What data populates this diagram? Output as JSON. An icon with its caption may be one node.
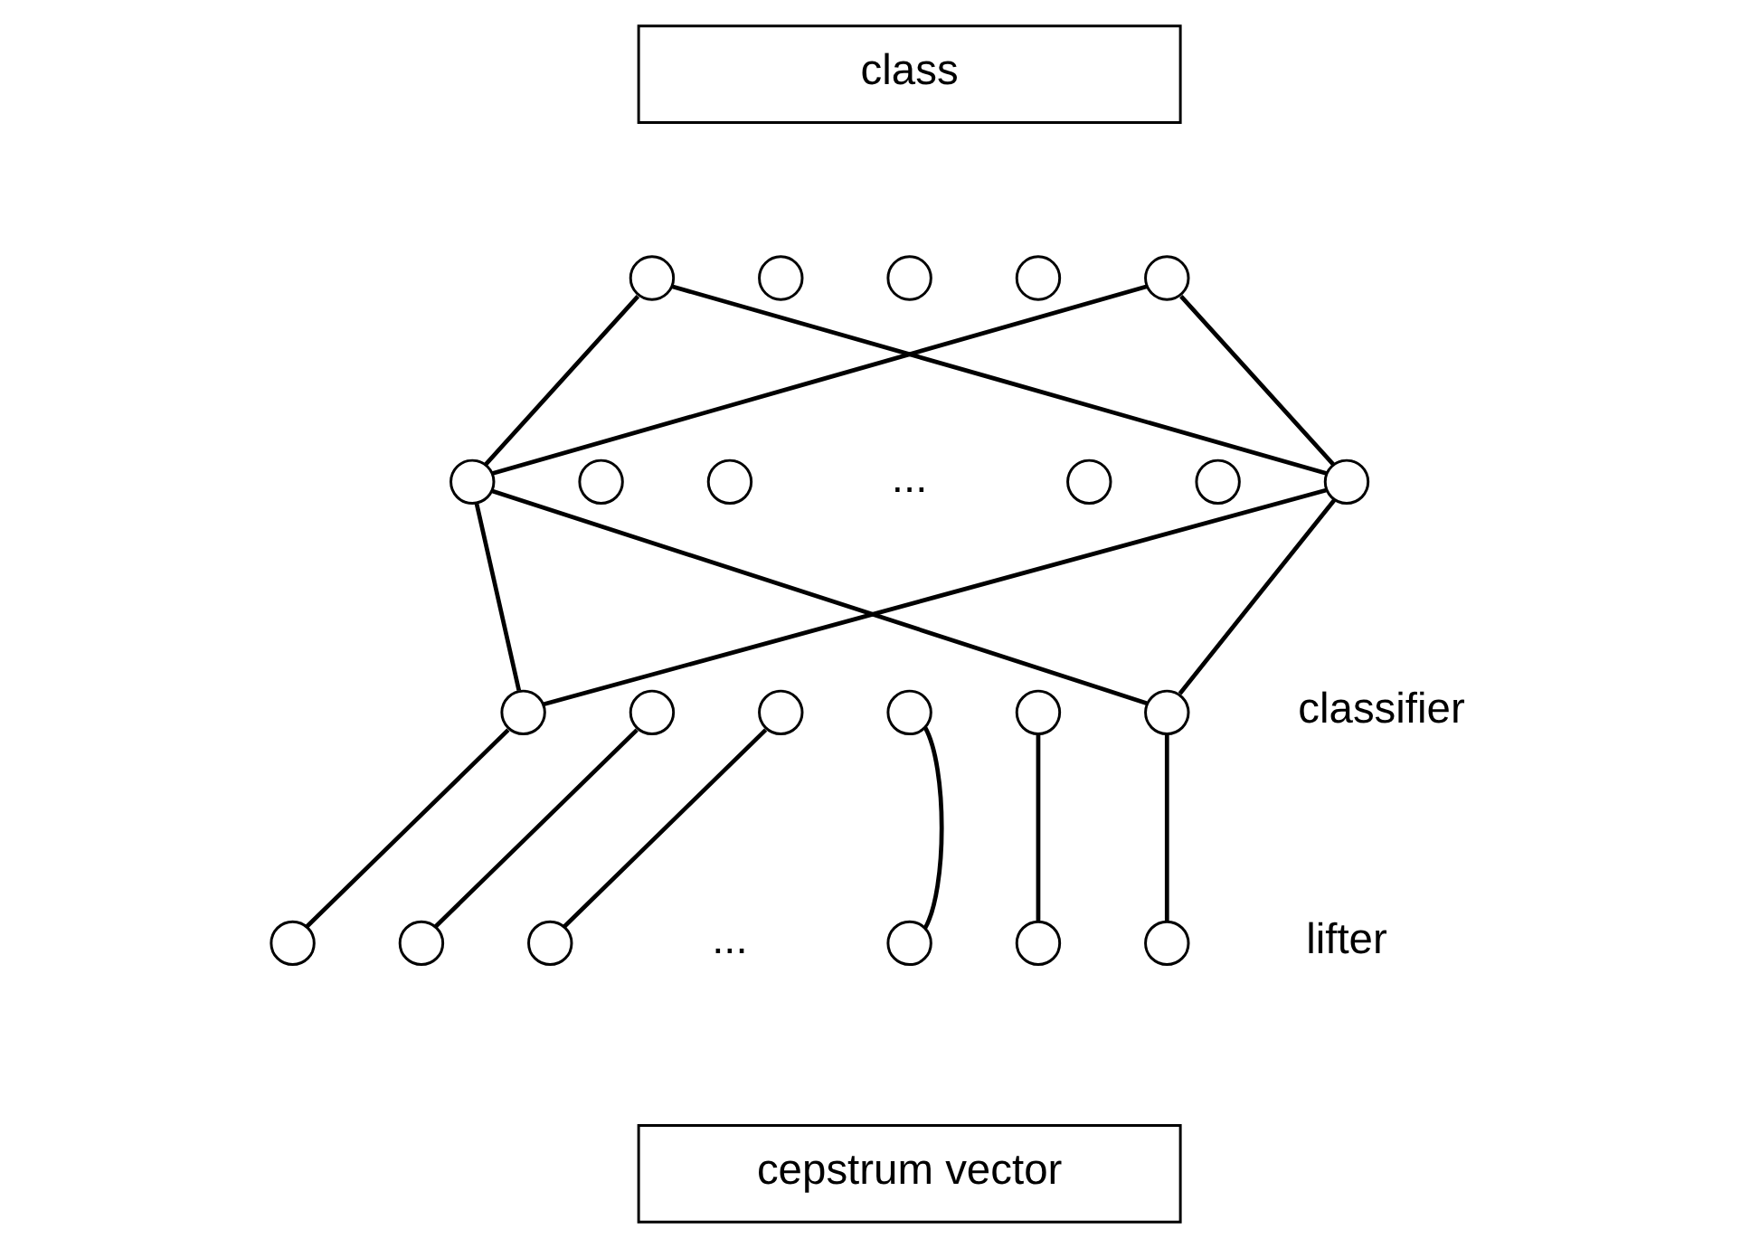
{
  "diagram": {
    "nodes": [
      {
        "text": [
          "class"
        ]
      },
      {
        "text": [],
        "shape": "circle"
      },
      {
        "text": [],
        "shape": "circle"
      },
      {
        "text": [],
        "shape": "circle"
      },
      {
        "text": [],
        "shape": "circle"
      },
      {
        "text": [],
        "shape": "circle"
      },
      {
        "text": [],
        "shape": "circle"
      },
      {
        "text": [],
        "shape": "circle"
      },
      {
        "text": [],
        "shape": "circle"
      },
      {
        "text": [],
        "shape": "circle"
      },
      {
        "text": [],
        "shape": "circle"
      },
      {
        "text": [],
        "shape": "circle"
      },
      {
        "text": [],
        "shape": "circle"
      },
      {
        "text": [],
        "shape": "circle"
      },
      {
        "text": [],
        "shape": "circle"
      },
      {
        "text": [],
        "shape": "circle"
      },
      {
        "text": [],
        "shape": "circle"
      },
      {
        "text": [],
        "shape": "circle"
      },
      {
        "text": [],
        "shape": "circle"
      },
      {
        "text": [],
        "shape": "circle"
      },
      {
        "text": [],
        "shape": "circle"
      },
      {
        "text": [],
        "shape": "circle"
      },
      {
        "text": [],
        "shape": "circle"
      },
      {
        "text": [],
        "shape": "circle"
      },
      {
        "text": [
          "cepstrum vector"
        ]
      }
    ],
    "edges": [
      {
        "from": 1,
        "to": 6,
        "arrow": "none"
      },
      {
        "from": 1,
        "to": 11,
        "arrow": "none"
      },
      {
        "from": 5,
        "to": 6,
        "arrow": "none"
      },
      {
        "from": 5,
        "to": 11,
        "arrow": "none"
      },
      {
        "from": 6,
        "to": 12,
        "arrow": "none"
      },
      {
        "from": 6,
        "to": 17,
        "arrow": "none"
      },
      {
        "from": 11,
        "to": 12,
        "arrow": "none"
      },
      {
        "from": 11,
        "to": 17,
        "arrow": "none"
      },
      {
        "from": 12,
        "to": 18,
        "arrow": "none"
      },
      {
        "from": 13,
        "to": 19,
        "arrow": "none"
      },
      {
        "from": 14,
        "to": 20,
        "arrow": "none"
      },
      {
        "from": 15,
        "to": 21,
        "arrow": "none"
      },
      {
        "from": 16,
        "to": 22,
        "arrow": "none"
      },
      {
        "from": 17,
        "to": 23,
        "arrow": "none"
      }
    ],
    "labels": [
      "...",
      "classifier",
      "...",
      "lifter"
    ]
  }
}
